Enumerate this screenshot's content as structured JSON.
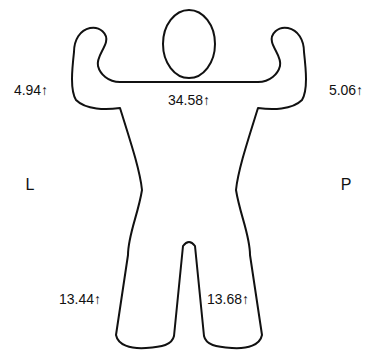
{
  "diagram": {
    "labels": [
      "4.94↑",
      "5.06↑",
      "34.58↑",
      "L",
      "P",
      "13.44↑",
      "13.68↑"
    ]
  }
}
